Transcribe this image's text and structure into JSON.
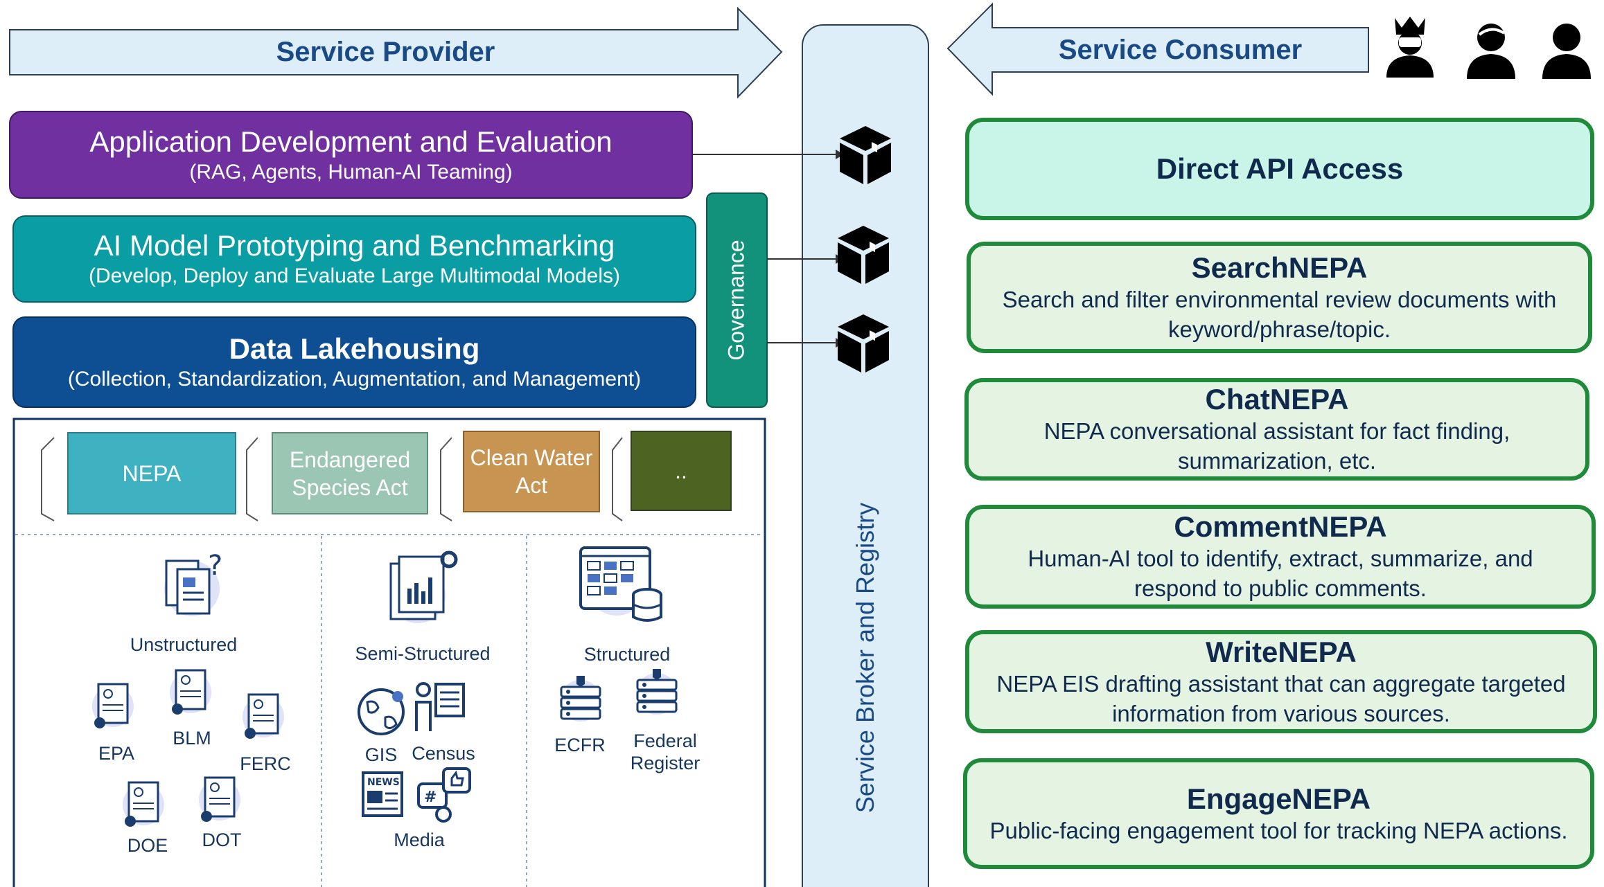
{
  "header": {
    "provider_label": "Service Provider",
    "consumer_label": "Service Consumer",
    "users_icon_names": [
      "queen-user-icon",
      "user-icon",
      "user-icon"
    ]
  },
  "provider_layers": {
    "app": {
      "title": "Application Development and Evaluation",
      "subtitle": "(RAG, Agents, Human-AI Teaming)",
      "color": "#7030a0"
    },
    "model": {
      "title": "AI Model Prototyping and Benchmarking",
      "subtitle": "(Develop, Deploy and Evaluate Large Multimodal Models)",
      "color": "#0a9ea4"
    },
    "data": {
      "title": "Data Lakehousing",
      "subtitle": "(Collection, Standardization, Augmentation, and Management)",
      "color": "#0d4f92"
    },
    "governance": {
      "label": "Governance",
      "color": "#12927a"
    }
  },
  "broker": {
    "label": "Service Broker and Registry",
    "color": "#deeef8",
    "package_icon": "package-icon"
  },
  "data_tabs": [
    {
      "label": "NEPA",
      "color": "#3fb2c2"
    },
    {
      "label": "Endangered Species Act",
      "color": "#9bc6b4"
    },
    {
      "label": "Clean Water Act",
      "color": "#c79452"
    },
    {
      "label": "..",
      "color": "#4d6322"
    }
  ],
  "data_sources": {
    "unstructured": {
      "label": "Unstructured",
      "items": [
        "EPA",
        "BLM",
        "FERC",
        "DOE",
        "DOT"
      ]
    },
    "semi_structured": {
      "label": "Semi-Structured",
      "items": [
        "GIS",
        "Census",
        "Media"
      ]
    },
    "structured": {
      "label": "Structured",
      "items": [
        "ECFR",
        "Federal Register"
      ]
    }
  },
  "services": [
    {
      "title": "Direct API Access",
      "desc": ""
    },
    {
      "title": "SearchNEPA",
      "desc": "Search and filter environmental review documents with keyword/phrase/topic."
    },
    {
      "title": "ChatNEPA",
      "desc": "NEPA conversational assistant for fact finding, summarization, etc."
    },
    {
      "title": "CommentNEPA",
      "desc": "Human-AI tool to identify, extract, summarize, and respond to public comments."
    },
    {
      "title": "WriteNEPA",
      "desc": "NEPA EIS drafting assistant that can aggregate targeted information from various sources."
    },
    {
      "title": "EngageNEPA",
      "desc": "Public-facing engagement tool for tracking NEPA actions."
    }
  ]
}
